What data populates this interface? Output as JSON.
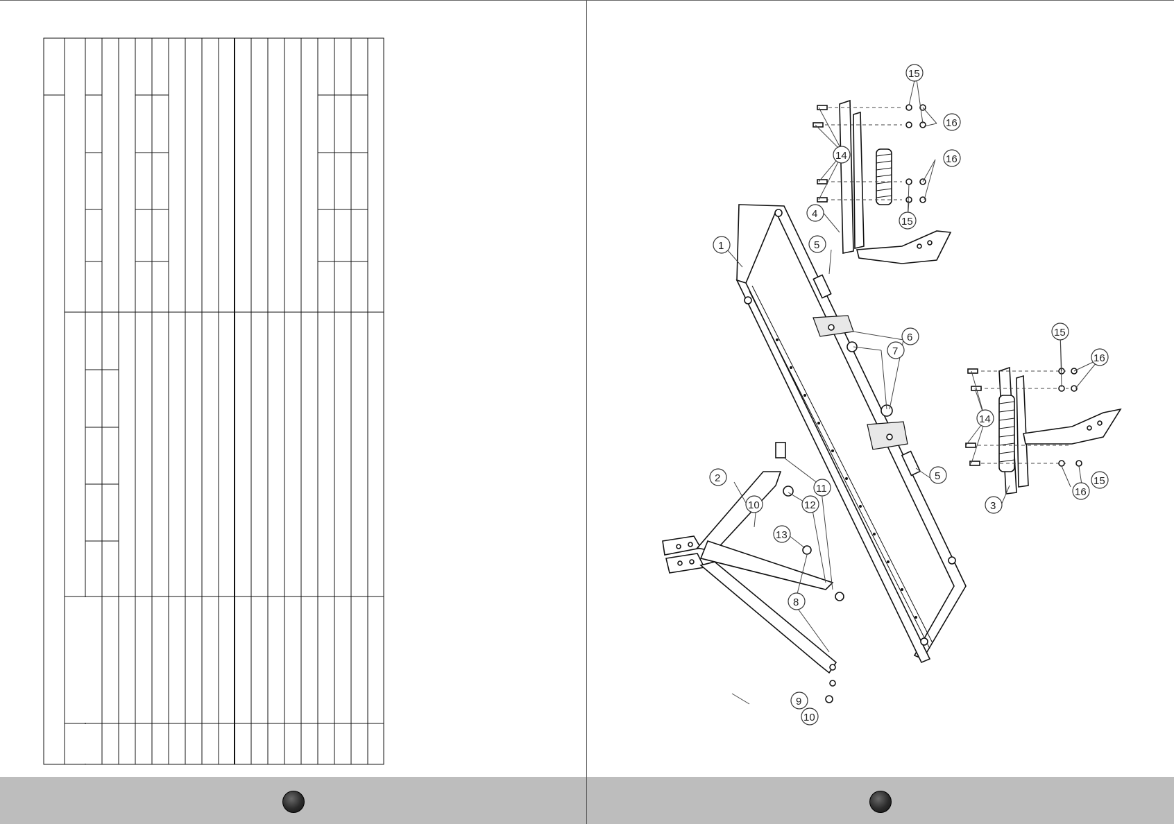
{
  "left_page": {
    "table": {
      "rows_text": [],
      "note": ""
    }
  },
  "right_page": {
    "diagram": {
      "callouts": {
        "c1": "1",
        "c2": "2",
        "c3": "3",
        "c4": "4",
        "c5a": "5",
        "c5b": "5",
        "c6": "6",
        "c7": "7",
        "c8": "8",
        "c9": "9",
        "c10a": "10",
        "c10b": "10",
        "c11": "11",
        "c12": "12",
        "c13": "13",
        "c14a": "14",
        "c14b": "14",
        "c15a": "15",
        "c15b": "15",
        "c15c": "15",
        "c15d": "15",
        "c16a": "16",
        "c16b": "16",
        "c16c": "16",
        "c16d": "16"
      }
    }
  },
  "colors": {
    "footer": "#bdbdbd",
    "line": "#111111",
    "page_dot": "#2b2b2b"
  }
}
